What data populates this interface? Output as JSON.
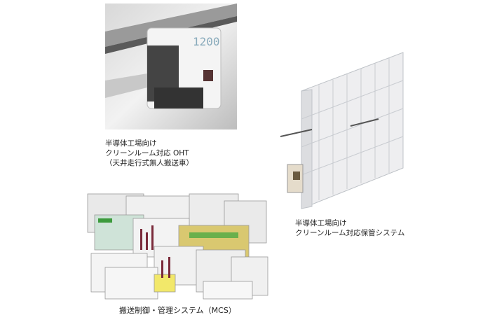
{
  "oht": {
    "caption_line1": "半導体工場向け",
    "caption_line2": "クリーンルーム対応 OHT",
    "caption_line3": "（天井走行式無人搬送車）",
    "unit_number": "1200"
  },
  "stocker": {
    "caption_line1": "半導体工場向け",
    "caption_line2": "クリーンルーム対応保管システム"
  },
  "mcs": {
    "caption": "搬送制御・管理システム（MCS）"
  }
}
